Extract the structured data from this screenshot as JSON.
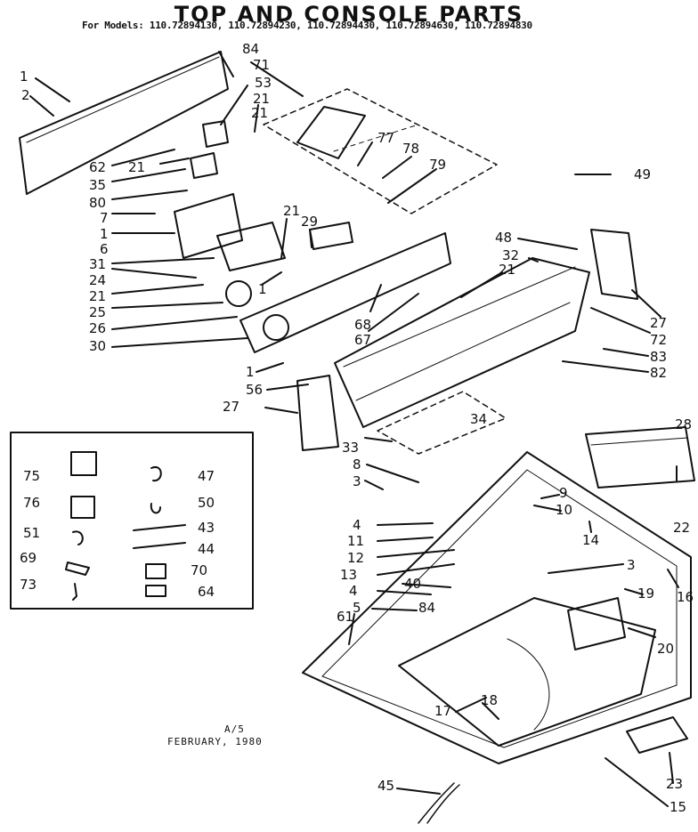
{
  "header": {
    "title": "TOP AND CONSOLE PARTS",
    "models_label": "For Models: 110.72894130, 110.72894230, 110.72894430, 110.72894630, 110.72894830"
  },
  "callouts": [
    "1",
    "2",
    "84",
    "71",
    "53",
    "21",
    "21",
    "62",
    "21",
    "35",
    "80",
    "7",
    "1",
    "6",
    "31",
    "24",
    "21",
    "25",
    "26",
    "30",
    "21",
    "29",
    "1",
    "77",
    "78",
    "79",
    "49",
    "48",
    "32",
    "21",
    "68",
    "67",
    "27",
    "72",
    "83",
    "82",
    "1",
    "56",
    "27",
    "34",
    "33",
    "28",
    "8",
    "3",
    "9",
    "10",
    "4",
    "11",
    "12",
    "13",
    "4",
    "5",
    "84",
    "40",
    "61",
    "14",
    "3",
    "16",
    "19",
    "22",
    "20",
    "17",
    "18",
    "45",
    "23",
    "15"
  ],
  "inset_callouts": [
    "75",
    "76",
    "51",
    "69",
    "73",
    "47",
    "50",
    "43",
    "44",
    "70",
    "64"
  ],
  "footnote": {
    "code": "A/5",
    "date": "FEBRUARY, 1980"
  }
}
